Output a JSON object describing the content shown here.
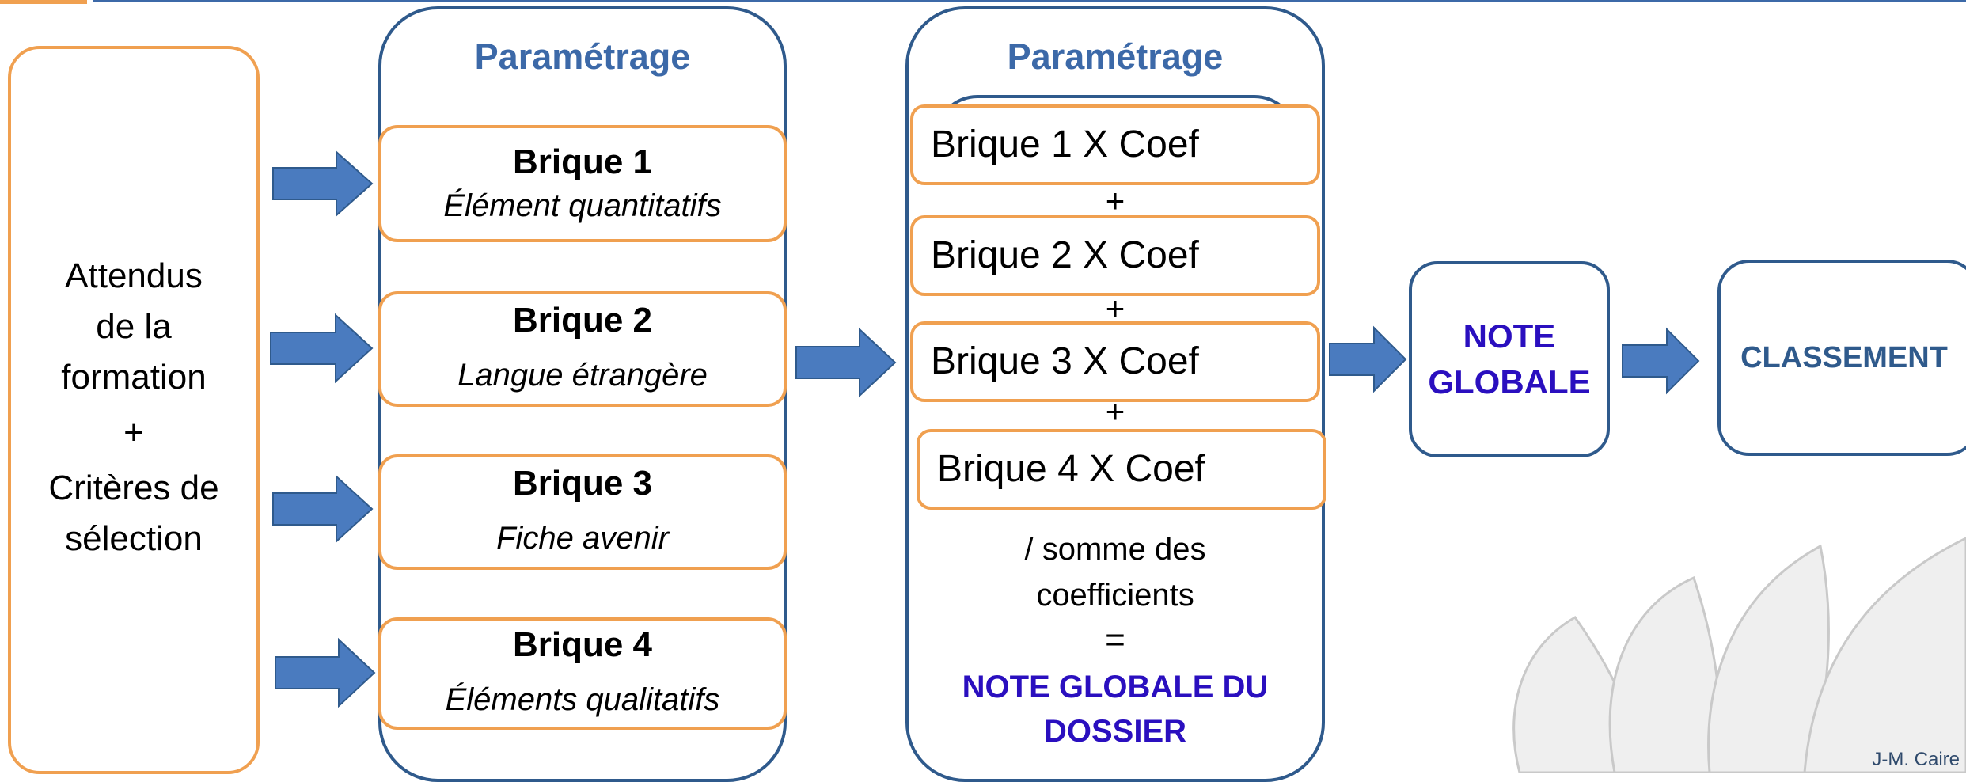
{
  "header": {
    "accent_color": "#f0a050",
    "line_color": "#3c69a8"
  },
  "left_box": {
    "line1": "Attendus",
    "line2": "de la",
    "line3": "formation",
    "plus": "+",
    "line4": "Critères de",
    "line5": "sélection"
  },
  "panel1": {
    "title": "Paramétrage",
    "bricks": [
      {
        "title": "Brique 1",
        "subtitle": "Élément quantitatifs"
      },
      {
        "title": "Brique 2",
        "subtitle": "Langue étrangère"
      },
      {
        "title": "Brique 3",
        "subtitle": "Fiche avenir"
      },
      {
        "title": "Brique 4",
        "subtitle": "Éléments qualitatifs"
      }
    ]
  },
  "panel2": {
    "title": "Paramétrage",
    "rows": [
      "Brique 1 X Coef",
      "Brique 2 X Coef",
      "Brique 3 X Coef",
      "Brique 4 X Coef"
    ],
    "plus": "+",
    "divide_line1": "/ somme des",
    "divide_line2": "coefficients",
    "equals": "=",
    "result_line1": "NOTE GLOBALE DU",
    "result_line2": "DOSSIER"
  },
  "note_box": {
    "line1": "NOTE",
    "line2": "GLOBALE"
  },
  "classement_box": {
    "label": "CLASSEMENT"
  },
  "footer": {
    "author": "J-M. Caire"
  },
  "colors": {
    "orange": "#f0a050",
    "dark_blue": "#2f5a8c",
    "arrow_blue": "#4a7bbf",
    "purple": "#2a0fbf"
  }
}
